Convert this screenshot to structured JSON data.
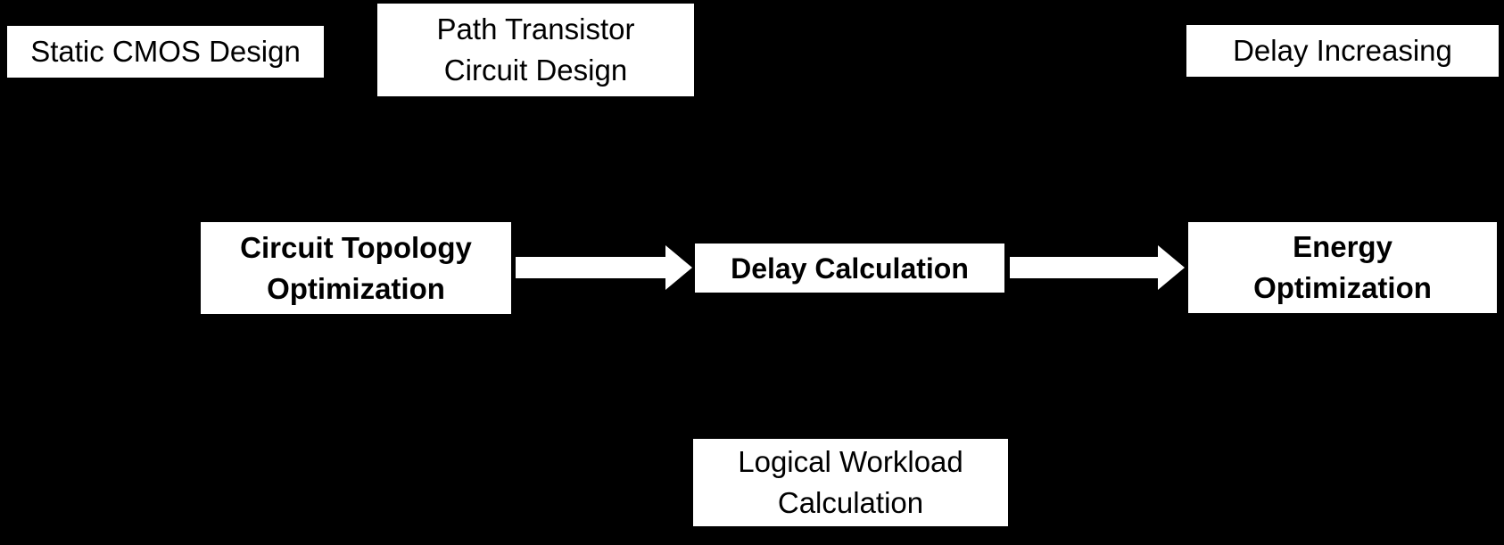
{
  "diagram": {
    "background_color": "#000000",
    "box_fill": "#ffffff",
    "text_color": "#000000",
    "arrow_color": "#ffffff"
  },
  "nodes": {
    "static_cmos": {
      "lines": [
        "Static CMOS Design"
      ],
      "bold": false
    },
    "path_transistor": {
      "lines": [
        "Path Transistor",
        "Circuit Design"
      ],
      "bold": false
    },
    "delay_increasing": {
      "lines": [
        "Delay Increasing"
      ],
      "bold": false
    },
    "circuit_topology": {
      "lines": [
        "Circuit Topology",
        "Optimization"
      ],
      "bold": true
    },
    "delay_calculation": {
      "lines": [
        "Delay Calculation"
      ],
      "bold": true
    },
    "energy_optimization": {
      "lines": [
        "Energy",
        "Optimization"
      ],
      "bold": true
    },
    "logical_workload": {
      "lines": [
        "Logical Workload",
        "Calculation"
      ],
      "bold": false
    }
  },
  "arrows": [
    {
      "name": "arrow-circuit-topology-to-delay-calculation",
      "direction": "right"
    },
    {
      "name": "arrow-delay-calculation-to-energy-optimization",
      "direction": "right"
    }
  ]
}
